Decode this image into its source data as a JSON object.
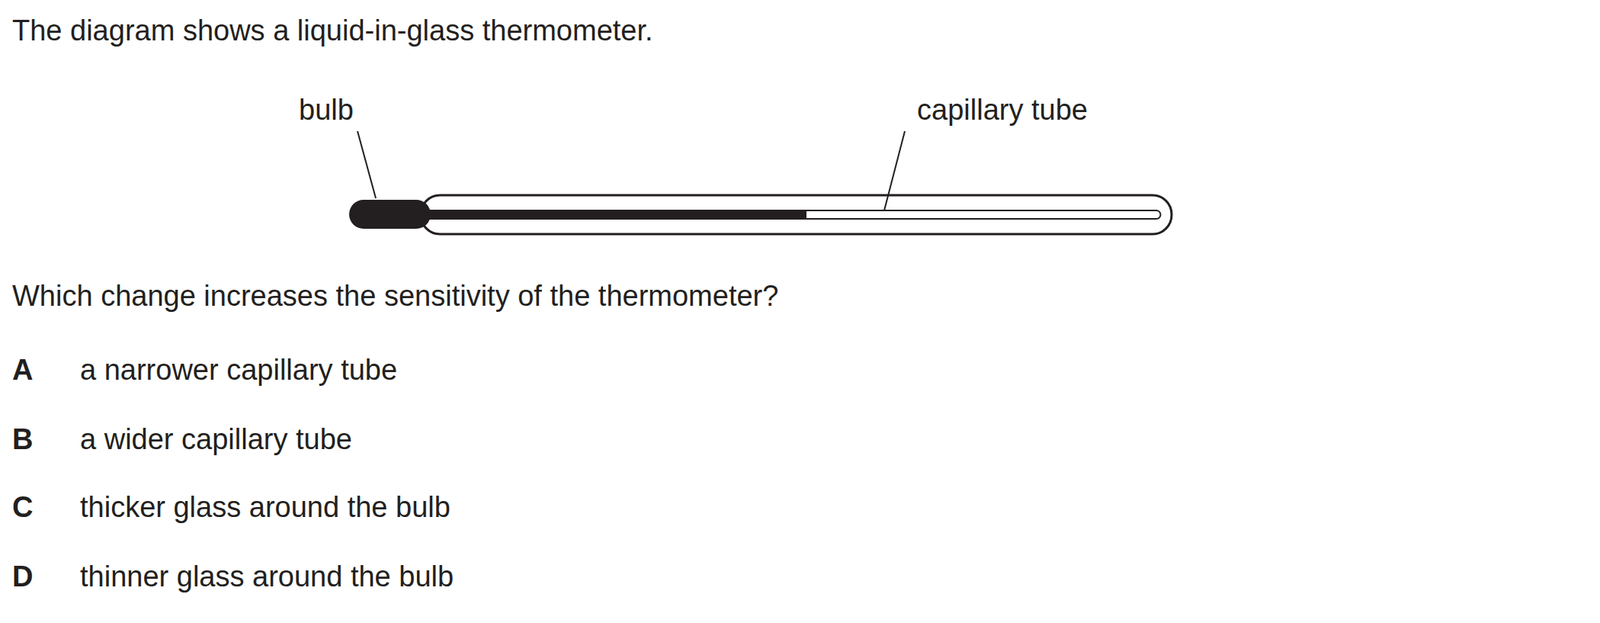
{
  "diagram": {
    "labels": [
      "The diagram shows a liquid-in-glass thermometer.",
      "bulb",
      "capillary tube",
      "Which change increases the sensitivity of the thermometer?",
      "A",
      "a narrower capillary tube",
      "B",
      "a wider capillary tube",
      "C",
      "thicker glass around the bulb",
      "D",
      "thinner glass around the bulb"
    ]
  }
}
